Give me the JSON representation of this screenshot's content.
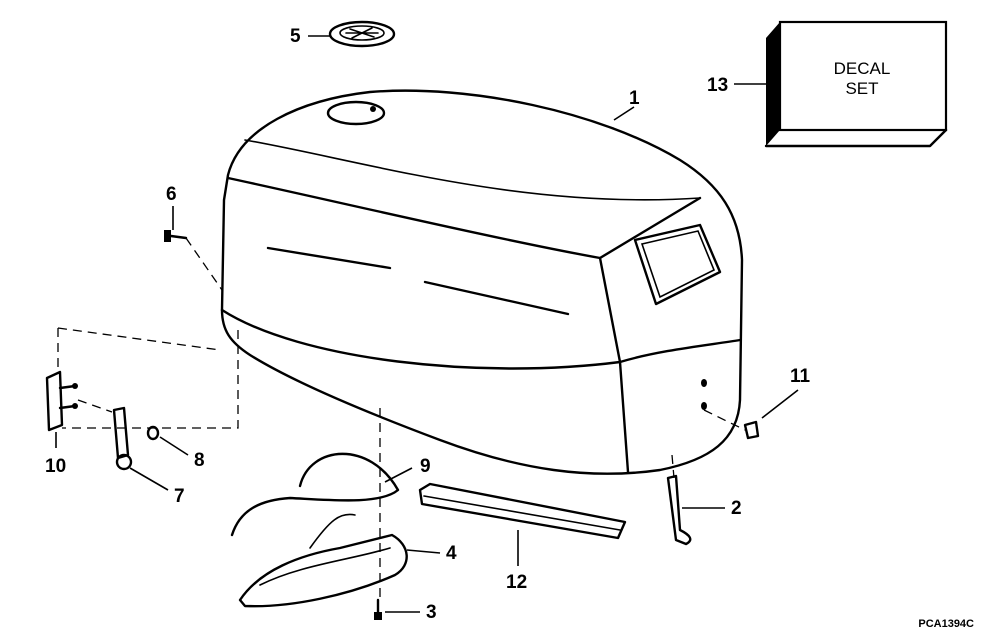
{
  "diagram": {
    "callouts": [
      {
        "id": "1",
        "label": "1"
      },
      {
        "id": "2",
        "label": "2"
      },
      {
        "id": "3",
        "label": "3"
      },
      {
        "id": "4",
        "label": "4"
      },
      {
        "id": "5",
        "label": "5"
      },
      {
        "id": "6",
        "label": "6"
      },
      {
        "id": "7",
        "label": "7"
      },
      {
        "id": "8",
        "label": "8"
      },
      {
        "id": "9",
        "label": "9"
      },
      {
        "id": "10",
        "label": "10"
      },
      {
        "id": "11",
        "label": "11"
      },
      {
        "id": "12",
        "label": "12"
      },
      {
        "id": "13",
        "label": "13"
      }
    ],
    "decal_box": {
      "line1": "DECAL",
      "line2": "SET"
    },
    "drawing_code": "PCA1394C"
  }
}
